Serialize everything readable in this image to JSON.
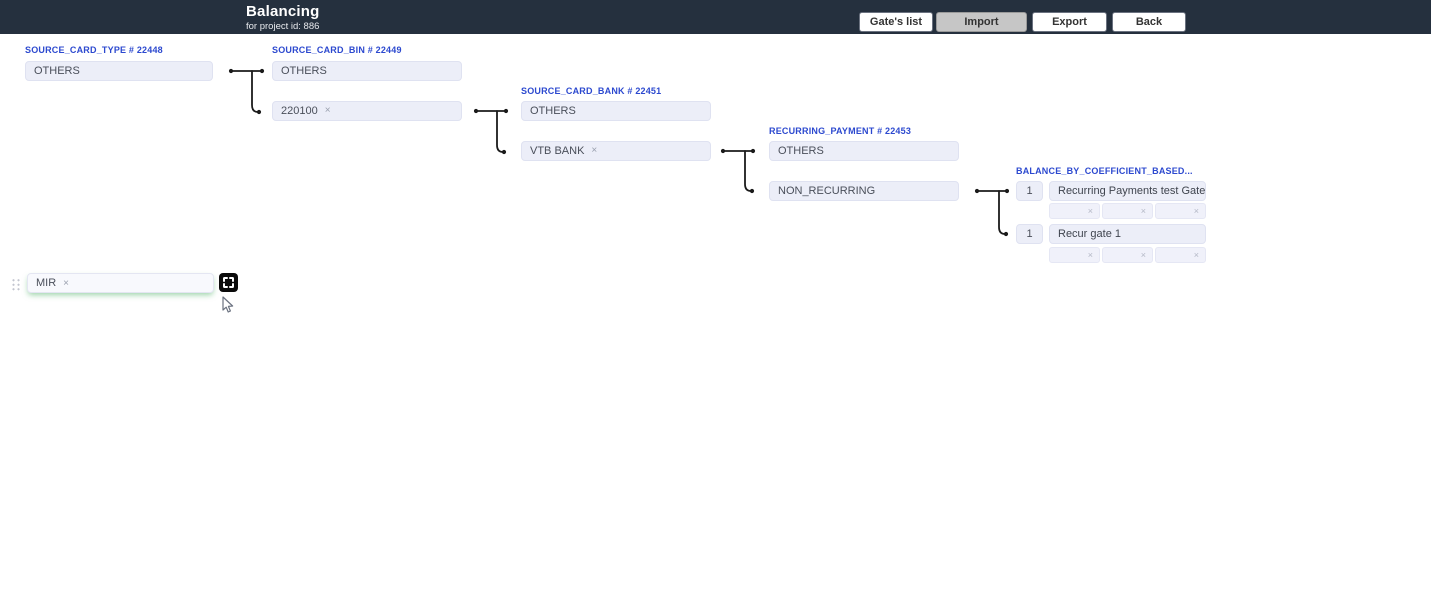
{
  "header": {
    "title": "Balancing",
    "subtitle": "for project id: 886",
    "buttons": [
      {
        "label": "Gate's list"
      },
      {
        "label": "Import"
      },
      {
        "label": "Export"
      },
      {
        "label": "Back"
      }
    ]
  },
  "columns": [
    {
      "title": "SOURCE_CARD_TYPE # 22448",
      "items": [
        {
          "label": "OTHERS"
        }
      ]
    },
    {
      "title": "SOURCE_CARD_BIN # 22449",
      "items": [
        {
          "label": "OTHERS"
        },
        {
          "label": "220100",
          "removable": true
        }
      ]
    },
    {
      "title": "SOURCE_CARD_BANK # 22451",
      "items": [
        {
          "label": "OTHERS"
        },
        {
          "label": "VTB BANK",
          "removable": true
        }
      ]
    },
    {
      "title": "RECURRING_PAYMENT # 22453",
      "items": [
        {
          "label": "OTHERS"
        },
        {
          "label": "NON_RECURRING"
        }
      ]
    }
  ],
  "gates": {
    "title": "BALANCE_BY_COEFFICIENT_BASED...",
    "rows": [
      {
        "coefficient": "1",
        "name": "Recurring Payments test Gate",
        "empty_slots": 3
      },
      {
        "coefficient": "1",
        "name": "Recur gate 1",
        "empty_slots": 3
      }
    ]
  },
  "palette": {
    "item_label": "MIR"
  },
  "icons": {
    "remove": "×"
  },
  "colors": {
    "header_bg": "#25303e",
    "accent_blue": "#2c49cf",
    "box_bg": "#eceef8",
    "box_border": "#dfe2f1",
    "active_button_bg": "#c6c6c6",
    "drop_highlight_green": "#68bd7d",
    "connector": "#1b1b1b"
  }
}
